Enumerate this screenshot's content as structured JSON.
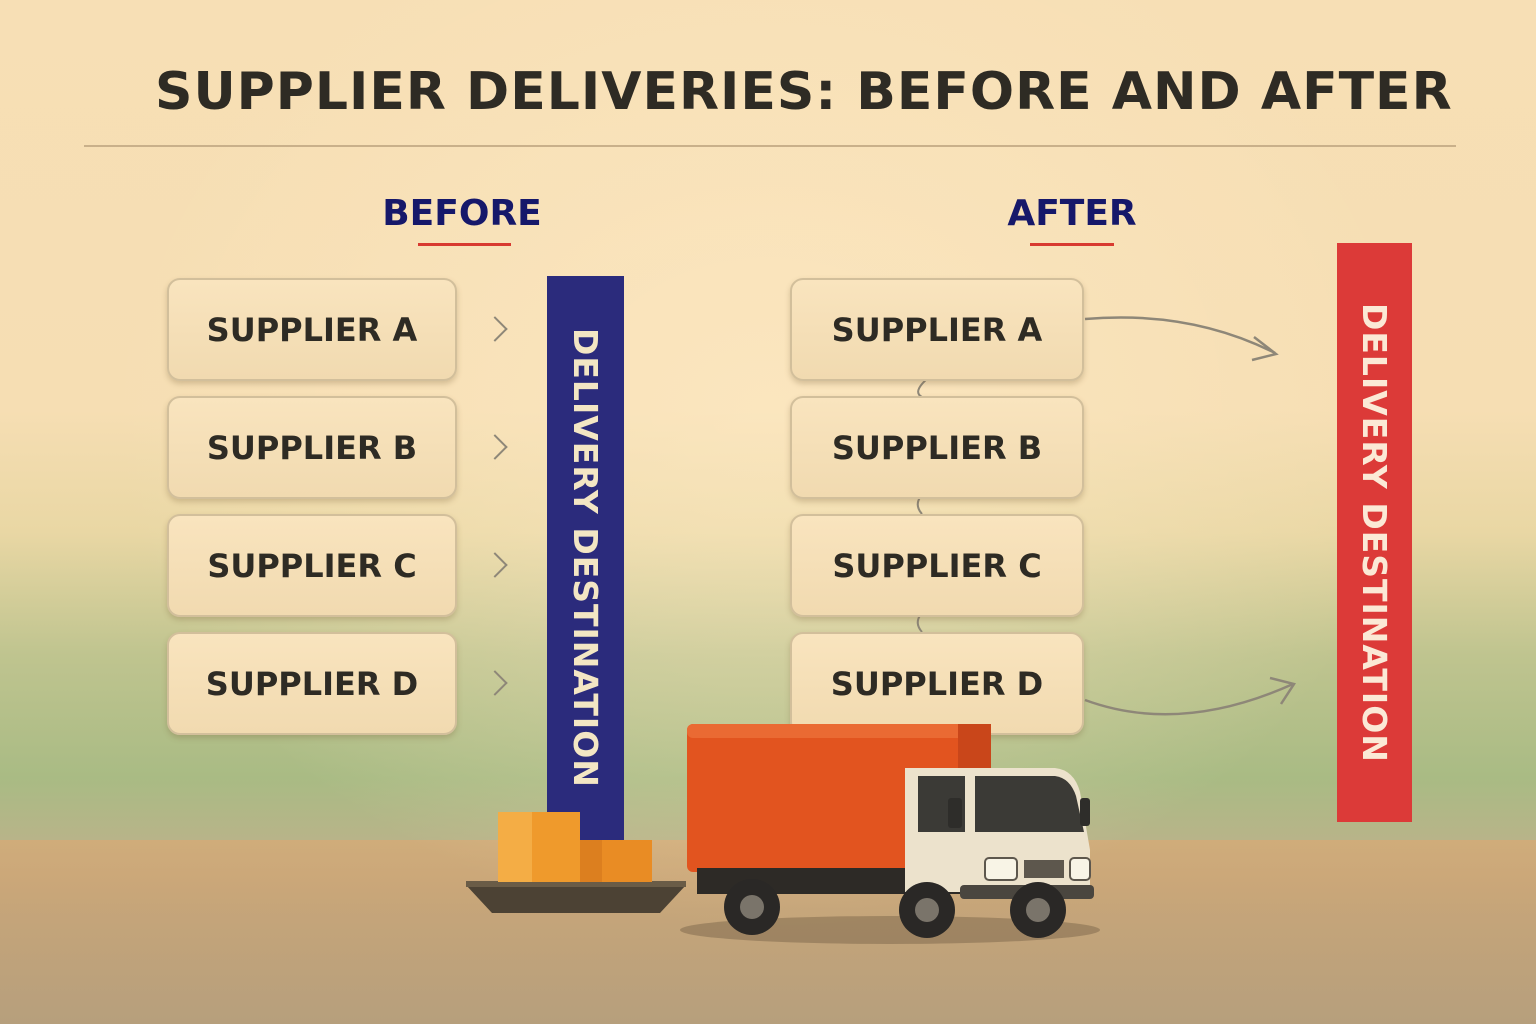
{
  "title": "SUPPLIER DELIVERIES: BEFORE AND AFTER",
  "before": {
    "heading": "BEFORE",
    "suppliers": [
      "SUPPLIER A",
      "SUPPLIER B",
      "SUPPLIER C",
      "SUPPLIER D"
    ],
    "destination": "DELIVERY DESTINATION",
    "destination_color": "#2b2b7c"
  },
  "after": {
    "heading": "AFTER",
    "suppliers": [
      "SUPPLIER A",
      "SUPPLIER B",
      "SUPPLIER C",
      "SUPPLIER D"
    ],
    "destination": "DELIVERY DESTINATION",
    "destination_color": "#dc3a38"
  },
  "colors": {
    "heading": "#16186a",
    "underline": "#d83a30",
    "truck_cargo": "#e2541f",
    "boxes": "#ef9a2c"
  },
  "icons": [
    "chevron-right-icon",
    "curved-arrow-icon",
    "truck-icon",
    "boxes-icon"
  ]
}
